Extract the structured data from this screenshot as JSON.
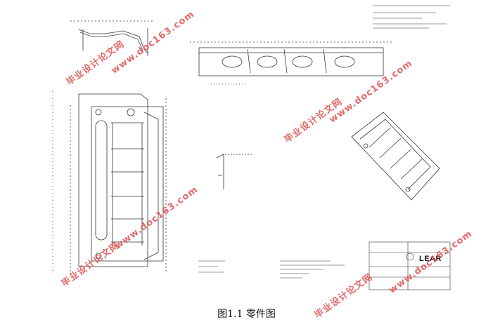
{
  "caption": "图1.1   零件图",
  "logo": {
    "brand": "LEAR"
  },
  "watermark": {
    "cn": "毕业设计论文网",
    "url": "www.doc163.com"
  },
  "colors": {
    "watermark": "#e05050",
    "line": "#333333",
    "background": "#ffffff"
  }
}
